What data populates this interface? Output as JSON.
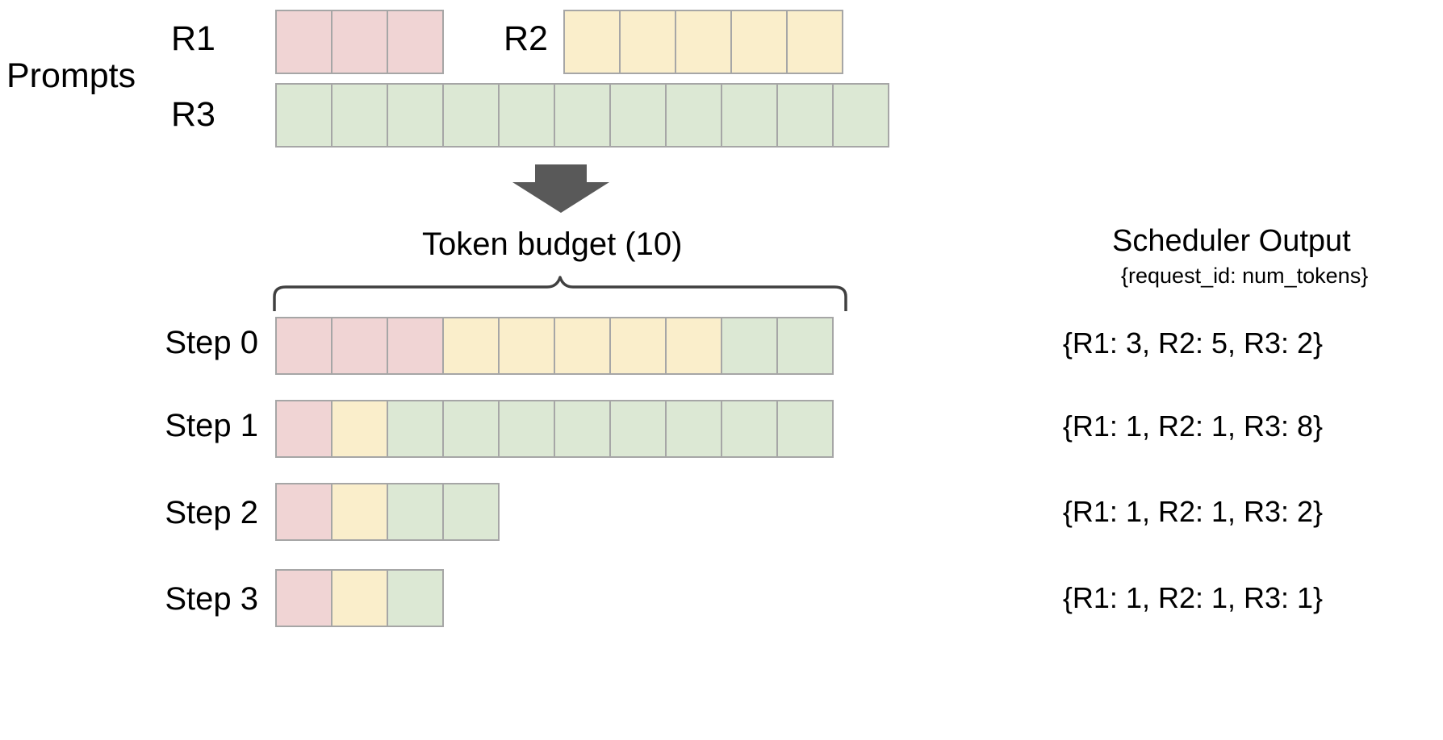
{
  "prompts": {
    "section_label": "Prompts",
    "requests": [
      {
        "id": "R1",
        "label": "R1",
        "num_tokens": 3,
        "color": "#f0d4d4",
        "color_name": "pink"
      },
      {
        "id": "R2",
        "label": "R2",
        "num_tokens": 5,
        "color": "#faeecb",
        "color_name": "yellow"
      },
      {
        "id": "R3",
        "label": "R3",
        "num_tokens": 11,
        "color": "#dce8d4",
        "color_name": "green"
      }
    ]
  },
  "flow": {
    "arrow_icon": "arrow-down-icon",
    "arrow_color": "#595959"
  },
  "budget": {
    "label": "Token  budget (10)",
    "value": 10,
    "brace_icon": "curly-brace-icon"
  },
  "scheduler": {
    "title": "Scheduler Output",
    "subtitle": "{request_id: num_tokens}"
  },
  "steps": [
    {
      "label": "Step 0",
      "segments": [
        {
          "request": "R1",
          "count": 3,
          "color_name": "pink"
        },
        {
          "request": "R2",
          "count": 5,
          "color_name": "yellow"
        },
        {
          "request": "R3",
          "count": 2,
          "color_name": "green"
        }
      ],
      "output": "{R1: 3, R2: 5, R3: 2}",
      "total_tokens": 10
    },
    {
      "label": "Step 1",
      "segments": [
        {
          "request": "R1",
          "count": 1,
          "color_name": "pink"
        },
        {
          "request": "R2",
          "count": 1,
          "color_name": "yellow"
        },
        {
          "request": "R3",
          "count": 8,
          "color_name": "green"
        }
      ],
      "output": "{R1: 1, R2: 1, R3: 8}",
      "total_tokens": 10
    },
    {
      "label": "Step 2",
      "segments": [
        {
          "request": "R1",
          "count": 1,
          "color_name": "pink"
        },
        {
          "request": "R2",
          "count": 1,
          "color_name": "yellow"
        },
        {
          "request": "R3",
          "count": 2,
          "color_name": "green"
        }
      ],
      "output": "{R1: 1, R2: 1, R3: 2}",
      "total_tokens": 4
    },
    {
      "label": "Step 3",
      "segments": [
        {
          "request": "R1",
          "count": 1,
          "color_name": "pink"
        },
        {
          "request": "R2",
          "count": 1,
          "color_name": "yellow"
        },
        {
          "request": "R3",
          "count": 1,
          "color_name": "green"
        }
      ],
      "output": "{R1: 1, R2: 1, R3: 1}",
      "total_tokens": 3
    }
  ],
  "palette": {
    "pink": "#f0d4d4",
    "yellow": "#faeecb",
    "green": "#dce8d4",
    "cell_border": "#a6a6a6",
    "arrow": "#595959",
    "text": "#000000",
    "background": "#ffffff"
  }
}
